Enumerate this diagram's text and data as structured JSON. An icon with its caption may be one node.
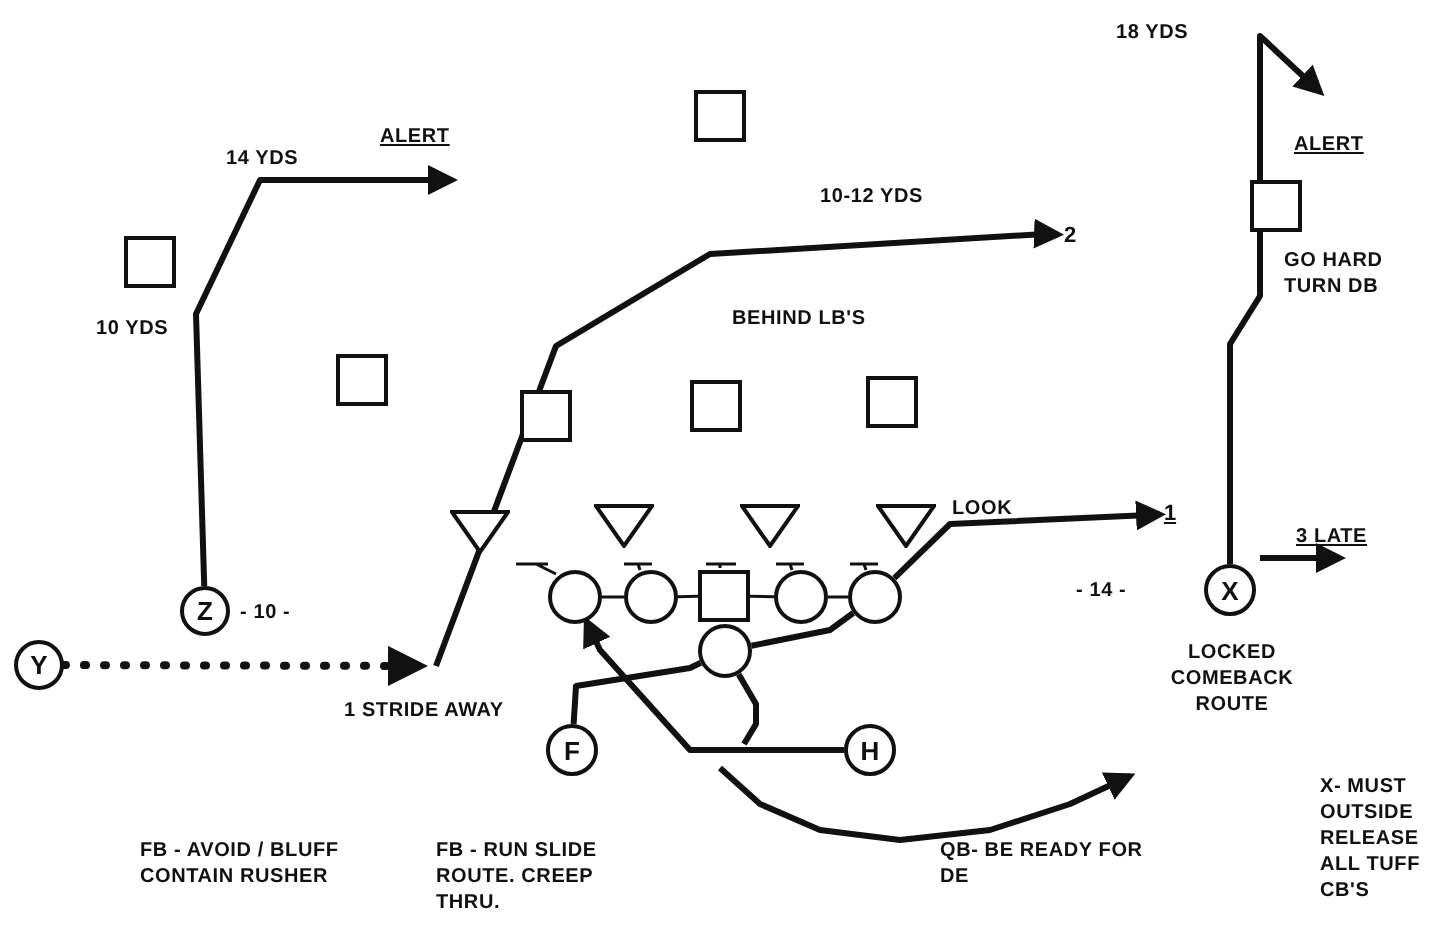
{
  "diagram": {
    "nodes": [
      {
        "text": [],
        "shape": "box"
      },
      {
        "text": [],
        "shape": "box"
      },
      {
        "text": [],
        "shape": "box"
      },
      {
        "text": [],
        "shape": "box"
      },
      {
        "text": [],
        "shape": "box"
      },
      {
        "text": [],
        "shape": "box"
      },
      {
        "text": [],
        "shape": "box"
      },
      {
        "text": [],
        "shape": "triangle"
      },
      {
        "text": [],
        "shape": "triangle"
      },
      {
        "text": [],
        "shape": "triangle"
      },
      {
        "text": [],
        "shape": "triangle"
      },
      {
        "text": [],
        "shape": "circle"
      },
      {
        "text": [],
        "shape": "circle"
      },
      {
        "text": [],
        "shape": "box"
      },
      {
        "text": [],
        "shape": "circle"
      },
      {
        "text": [],
        "shape": "circle"
      },
      {
        "text": [],
        "shape": "circle"
      },
      {
        "text": [
          "Z"
        ],
        "beside": [
          "- 10 -"
        ]
      },
      {
        "text": [
          "Y"
        ]
      },
      {
        "text": [
          "X"
        ],
        "beside": [
          "- 14 -",
          "LOCKED COMEBACK ROUTE"
        ]
      },
      {
        "text": [
          "F"
        ]
      },
      {
        "text": [
          "H"
        ]
      },
      {
        "text": [
          "2"
        ]
      },
      {
        "text": [
          "1"
        ]
      }
    ],
    "edges": [
      {
        "from": 17,
        "to": null,
        "arrow": "to"
      },
      {
        "from": 18,
        "to": null,
        "arrow": "to",
        "style": "dashed",
        "label": "1 STRIDE AWAY"
      },
      {
        "from": null,
        "to": 22,
        "arrow": "to"
      },
      {
        "from": 19,
        "to": null,
        "arrow": "to"
      },
      {
        "from": 15,
        "to": 23,
        "arrow": "to"
      },
      {
        "from": 20,
        "to": 16,
        "arrow": "none"
      },
      {
        "from": 16,
        "to": 15,
        "arrow": "none"
      },
      {
        "from": 21,
        "to": 11,
        "arrow": "to"
      },
      {
        "from": 16,
        "to": null,
        "arrow": "to"
      },
      {
        "from": 11,
        "to": 12,
        "arrow": "none"
      },
      {
        "from": 12,
        "to": 13,
        "arrow": "none"
      },
      {
        "from": 13,
        "to": 14,
        "arrow": "none"
      },
      {
        "from": 14,
        "to": 15,
        "arrow": "none"
      }
    ],
    "labels": [
      "18 YDS",
      "14 YDS",
      "ALERT",
      "10-12 YDS",
      "ALERT",
      "10 YDS",
      "GO HARD TURN DB",
      "BEHIND LB'S",
      "LOOK",
      "3 LATE",
      "FB - AVOID / BLUFF CONTAIN RUSHER",
      "FB - RUN SLIDE ROUTE. CREEP THRU.",
      "QB- BE READY FOR DE",
      "X- MUST OUTSIDE RELEASE ALL TUFF CB'S"
    ]
  }
}
